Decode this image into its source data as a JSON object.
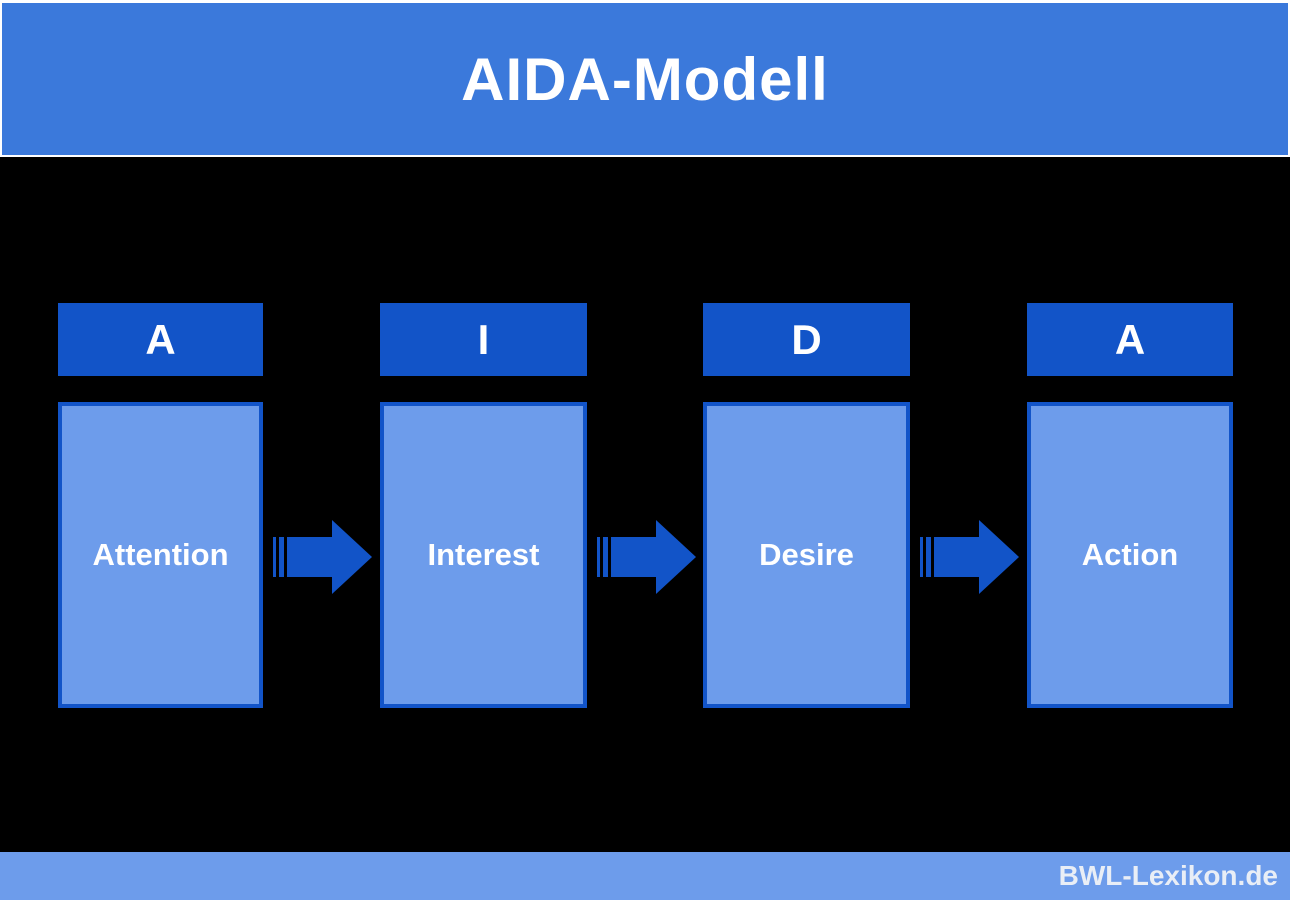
{
  "title": "AIDA-Modell",
  "columns": [
    {
      "letter": "A",
      "label": "Attention"
    },
    {
      "letter": "I",
      "label": "Interest"
    },
    {
      "letter": "D",
      "label": "Desire"
    },
    {
      "letter": "A",
      "label": "Action"
    }
  ],
  "footer": {
    "brand": "BWL-Lexikon.de"
  },
  "colors": {
    "header-blue": "#3b79db",
    "dark-blue": "#1254c8",
    "light-blue": "#6d9ceb",
    "background": "#000000",
    "text-white": "#ffffff",
    "footer-text": "#e9eef6"
  }
}
